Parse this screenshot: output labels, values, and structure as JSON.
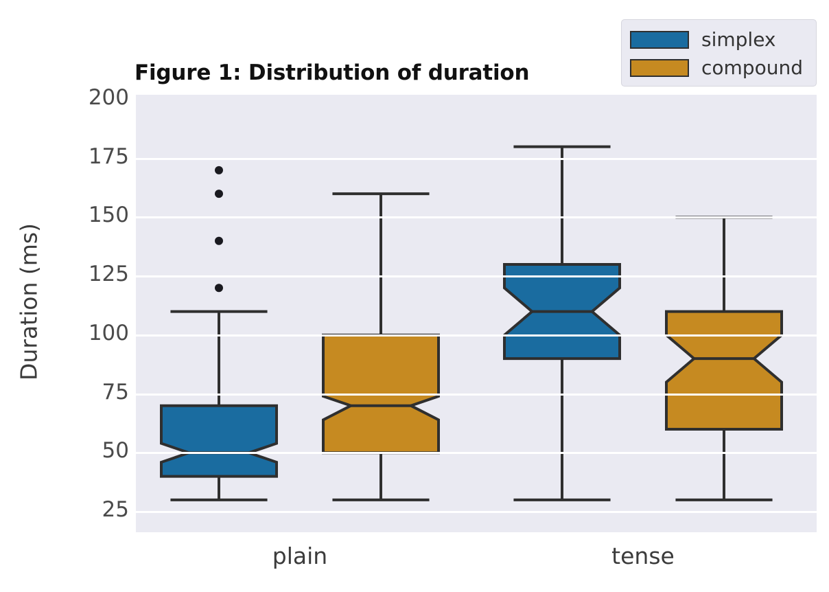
{
  "chart_data": {
    "type": "box",
    "title": "Figure 1: Distribution of duration",
    "xlabel": "",
    "ylabel": "Duration (ms)",
    "ylim": [
      15,
      200
    ],
    "yticks": [
      200,
      175,
      150,
      125,
      100,
      75,
      50,
      25
    ],
    "categories": [
      "plain",
      "tense"
    ],
    "grid": "horizontal-white",
    "notched": true,
    "legend_position": "top-right",
    "series": [
      {
        "name": "simplex",
        "color": "#1a6ca0",
        "boxes": [
          {
            "category": "plain",
            "whisker_low": 30,
            "q1": 40,
            "median": 50,
            "q3": 70,
            "whisker_high": 110,
            "notch_low": 46,
            "notch_high": 54,
            "outliers": [
              120,
              140,
              160,
              170
            ]
          },
          {
            "category": "tense",
            "whisker_low": 30,
            "q1": 90,
            "median": 110,
            "q3": 130,
            "whisker_high": 180,
            "notch_low": 100,
            "notch_high": 120,
            "outliers": []
          }
        ]
      },
      {
        "name": "compound",
        "color": "#c68a21",
        "boxes": [
          {
            "category": "plain",
            "whisker_low": 30,
            "q1": 50,
            "median": 70,
            "q3": 100,
            "whisker_high": 160,
            "notch_low": 64,
            "notch_high": 74,
            "outliers": []
          },
          {
            "category": "tense",
            "whisker_low": 30,
            "q1": 60,
            "median": 90,
            "q3": 110,
            "whisker_high": 150,
            "notch_low": 80,
            "notch_high": 100,
            "outliers": []
          }
        ]
      }
    ]
  },
  "legend": {
    "items": [
      {
        "label": "simplex",
        "color": "#1a6ca0"
      },
      {
        "label": "compound",
        "color": "#c68a21"
      }
    ]
  },
  "axes": {
    "ytick_labels": [
      "200",
      "175",
      "150",
      "125",
      "100",
      "75",
      "50",
      "25"
    ],
    "xtick_labels": [
      "plain",
      "tense"
    ],
    "ylabel": "Duration (ms)"
  },
  "colors": {
    "simplex": "#1a6ca0",
    "compound": "#c68a21",
    "plot_background": "#eaeaf2",
    "gridline": "#ffffff",
    "outline": "#2f2f2f",
    "page_background": "#ffffff"
  },
  "title": "Figure 1: Distribution of duration"
}
